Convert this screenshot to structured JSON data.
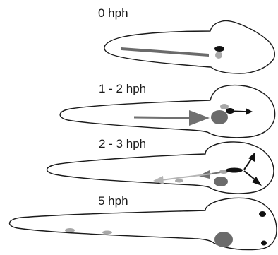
{
  "panels": [
    {
      "label": "0 hph"
    },
    {
      "label": "1 - 2 hph"
    },
    {
      "label": "2 - 3 hph"
    },
    {
      "label": "5 hph"
    }
  ],
  "colors": {
    "outline": "#1a1a1a",
    "black_spot": "#111111",
    "dark_grey": "#6b6b6b",
    "light_grey": "#a8a8a8",
    "arrow_grey": "#707070",
    "arrow_light": "#b5b5b5",
    "background": "#ffffff"
  }
}
